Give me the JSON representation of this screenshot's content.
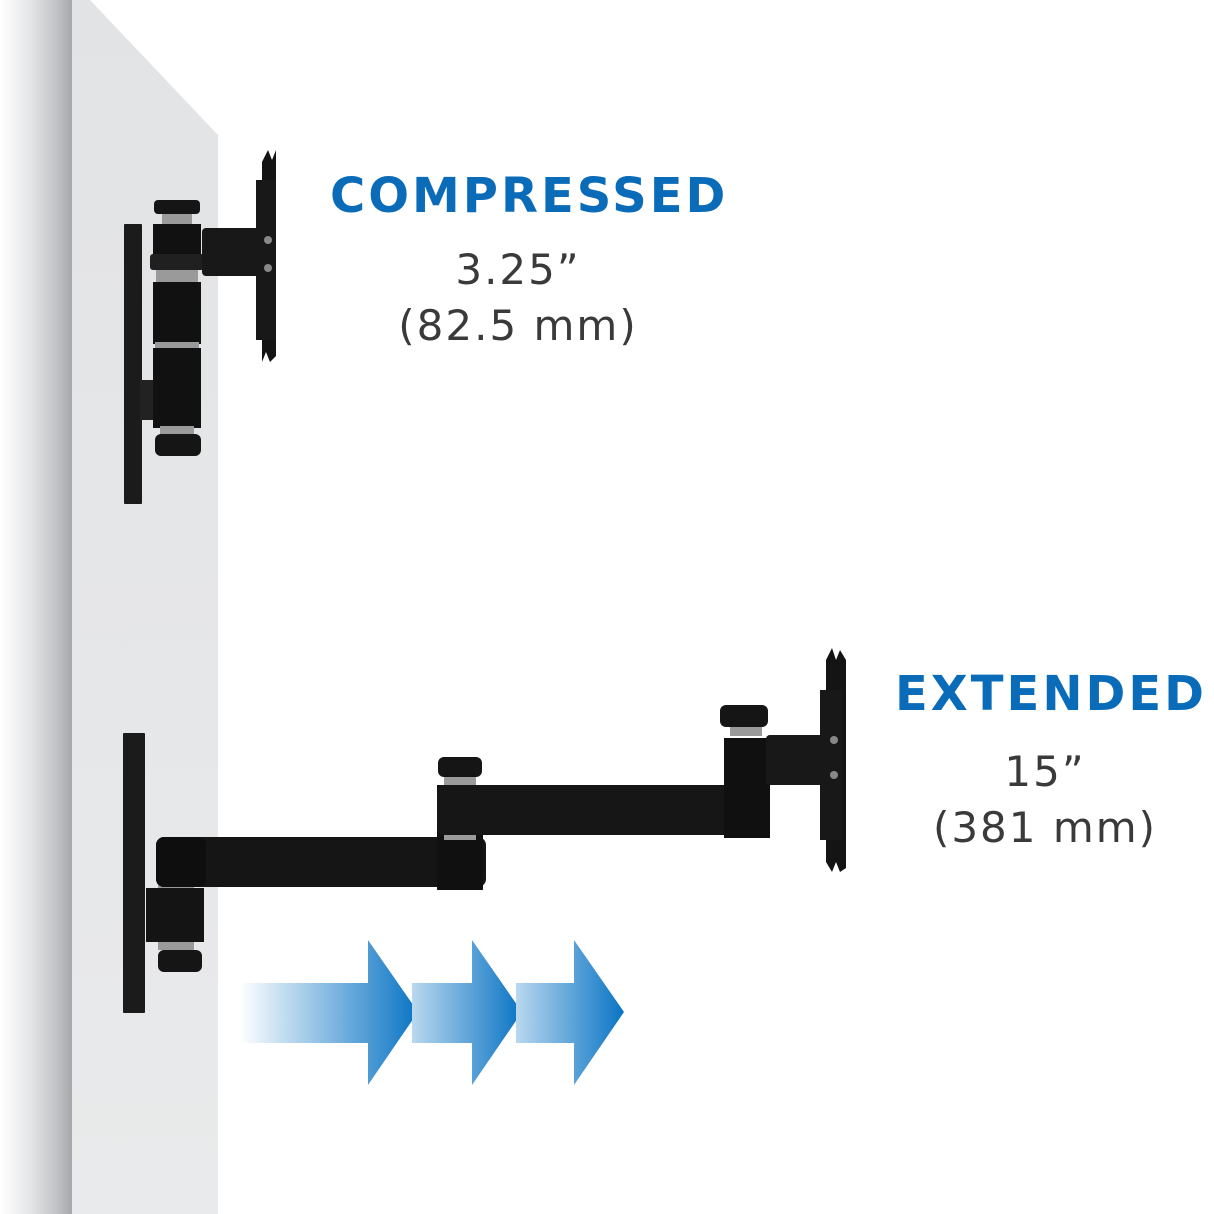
{
  "compressed": {
    "title": "COMPRESSED",
    "inches": "3.25”",
    "mm": "(82.5 mm)"
  },
  "extended": {
    "title": "EXTENDED",
    "inches": "15”",
    "mm": "(381 mm)"
  },
  "colors": {
    "accent_blue": "#0a6bb8",
    "dim_text": "#3a3a3a",
    "wall_face": "#e4e5e7",
    "mount_black": "#1a1a1a"
  },
  "icons": {
    "arrows": "three-right-arrows"
  }
}
